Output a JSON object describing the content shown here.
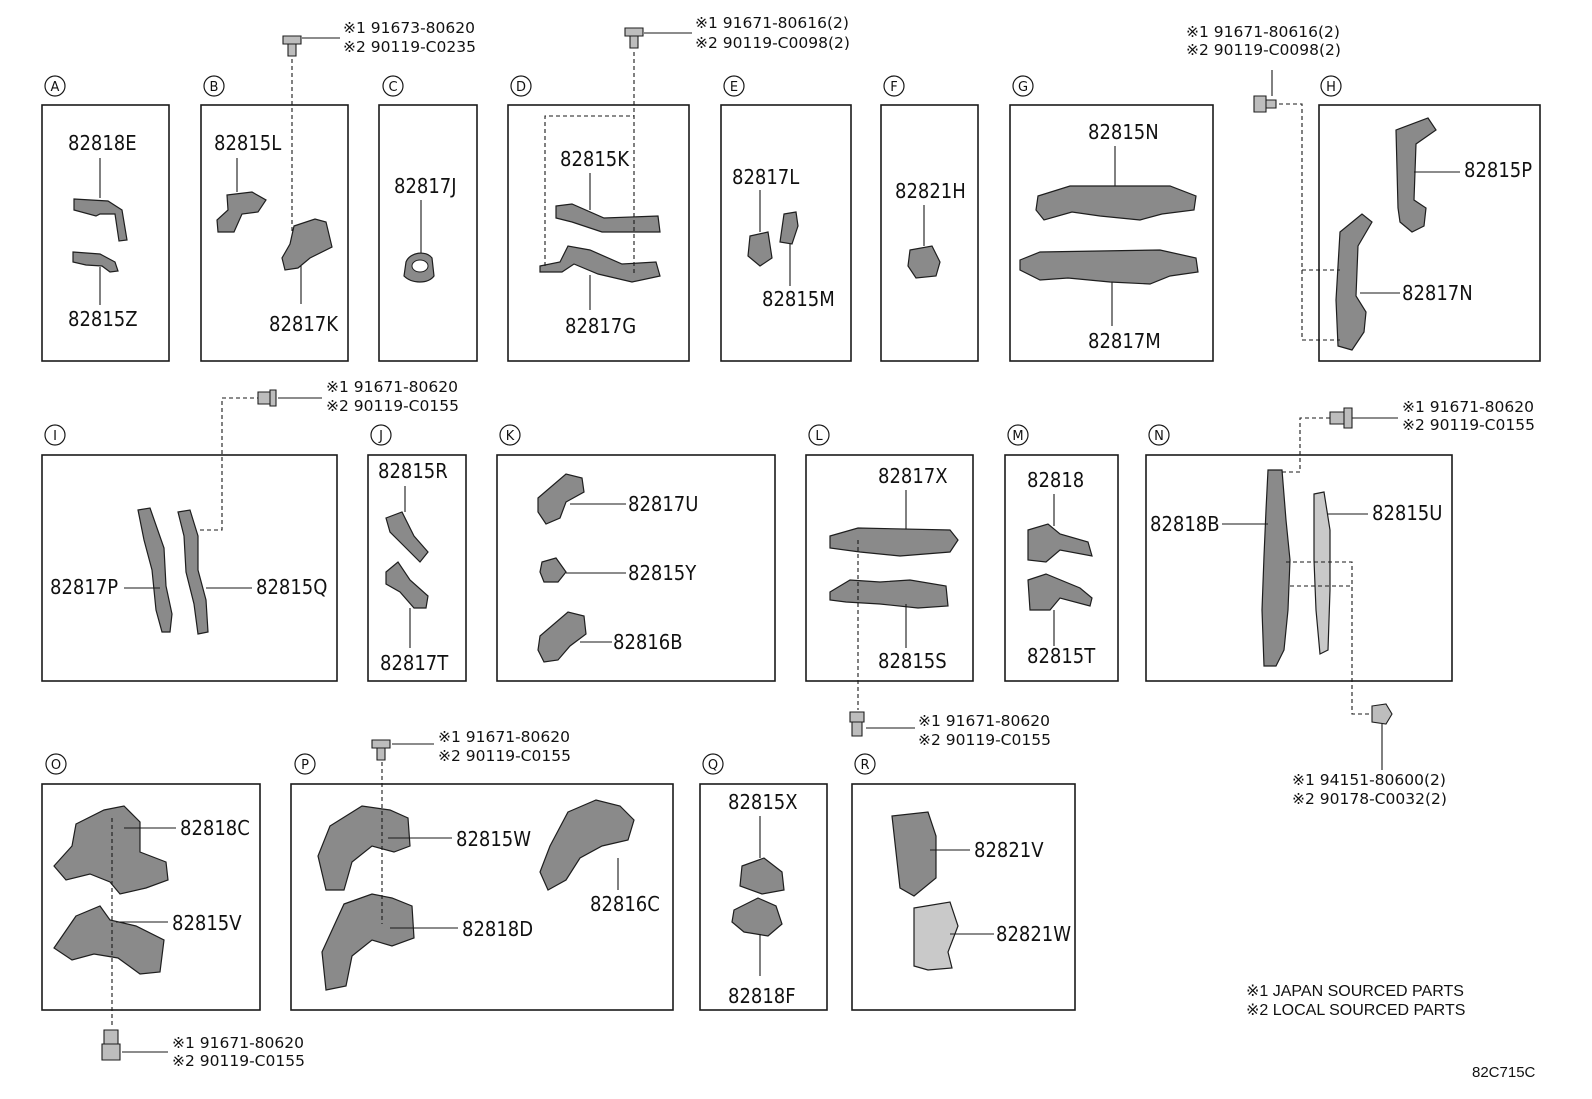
{
  "sections": [
    {
      "letter": "A",
      "parts": [
        "82818E",
        "82815Z"
      ]
    },
    {
      "letter": "B",
      "parts": [
        "82815L",
        "82817K"
      ]
    },
    {
      "letter": "C",
      "parts": [
        "82817J"
      ]
    },
    {
      "letter": "D",
      "parts": [
        "82815K",
        "82817G"
      ]
    },
    {
      "letter": "E",
      "parts": [
        "82817L",
        "82815M"
      ]
    },
    {
      "letter": "F",
      "parts": [
        "82821H"
      ]
    },
    {
      "letter": "G",
      "parts": [
        "82815N",
        "82817M"
      ]
    },
    {
      "letter": "H",
      "parts": [
        "82815P",
        "82817N"
      ]
    },
    {
      "letter": "I",
      "parts": [
        "82817P",
        "82815Q"
      ]
    },
    {
      "letter": "J",
      "parts": [
        "82815R",
        "82817T"
      ]
    },
    {
      "letter": "K",
      "parts": [
        "82817U",
        "82815Y",
        "82816B"
      ]
    },
    {
      "letter": "L",
      "parts": [
        "82817X",
        "82815S"
      ]
    },
    {
      "letter": "M",
      "parts": [
        "82818",
        "82815T"
      ]
    },
    {
      "letter": "N",
      "parts": [
        "82818B",
        "82815U"
      ]
    },
    {
      "letter": "O",
      "parts": [
        "82818C",
        "82815V"
      ]
    },
    {
      "letter": "P",
      "parts": [
        "82815W",
        "82816C",
        "82818D"
      ]
    },
    {
      "letter": "Q",
      "parts": [
        "82815X",
        "82818F"
      ]
    },
    {
      "letter": "R",
      "parts": [
        "82821V",
        "82821W"
      ]
    }
  ],
  "fasteners": [
    {
      "line1": "※1 91673-80620",
      "line2": "※2 90119-C0235"
    },
    {
      "line1": "※1 91671-80616(2)",
      "line2": "※2 90119-C0098(2)"
    },
    {
      "line1": "※1 91671-80616(2)",
      "line2": "※2 90119-C0098(2)"
    },
    {
      "line1": "※1 91671-80620",
      "line2": "※2 90119-C0155"
    },
    {
      "line1": "※1 91671-80620",
      "line2": "※2 90119-C0155"
    },
    {
      "line1": "※1 91671-80620",
      "line2": "※2 90119-C0155"
    },
    {
      "line1": "※1 94151-80600(2)",
      "line2": "※2 90178-C0032(2)"
    },
    {
      "line1": "※1 91671-80620",
      "line2": "※2 90119-C0155"
    },
    {
      "line1": "※1 91671-80620",
      "line2": "※2 90119-C0155"
    }
  ],
  "legend": {
    "note1": "※1 JAPAN SOURCED PARTS",
    "note2": "※2 LOCAL SOURCED PARTS"
  },
  "diagram_code": "82C715C"
}
